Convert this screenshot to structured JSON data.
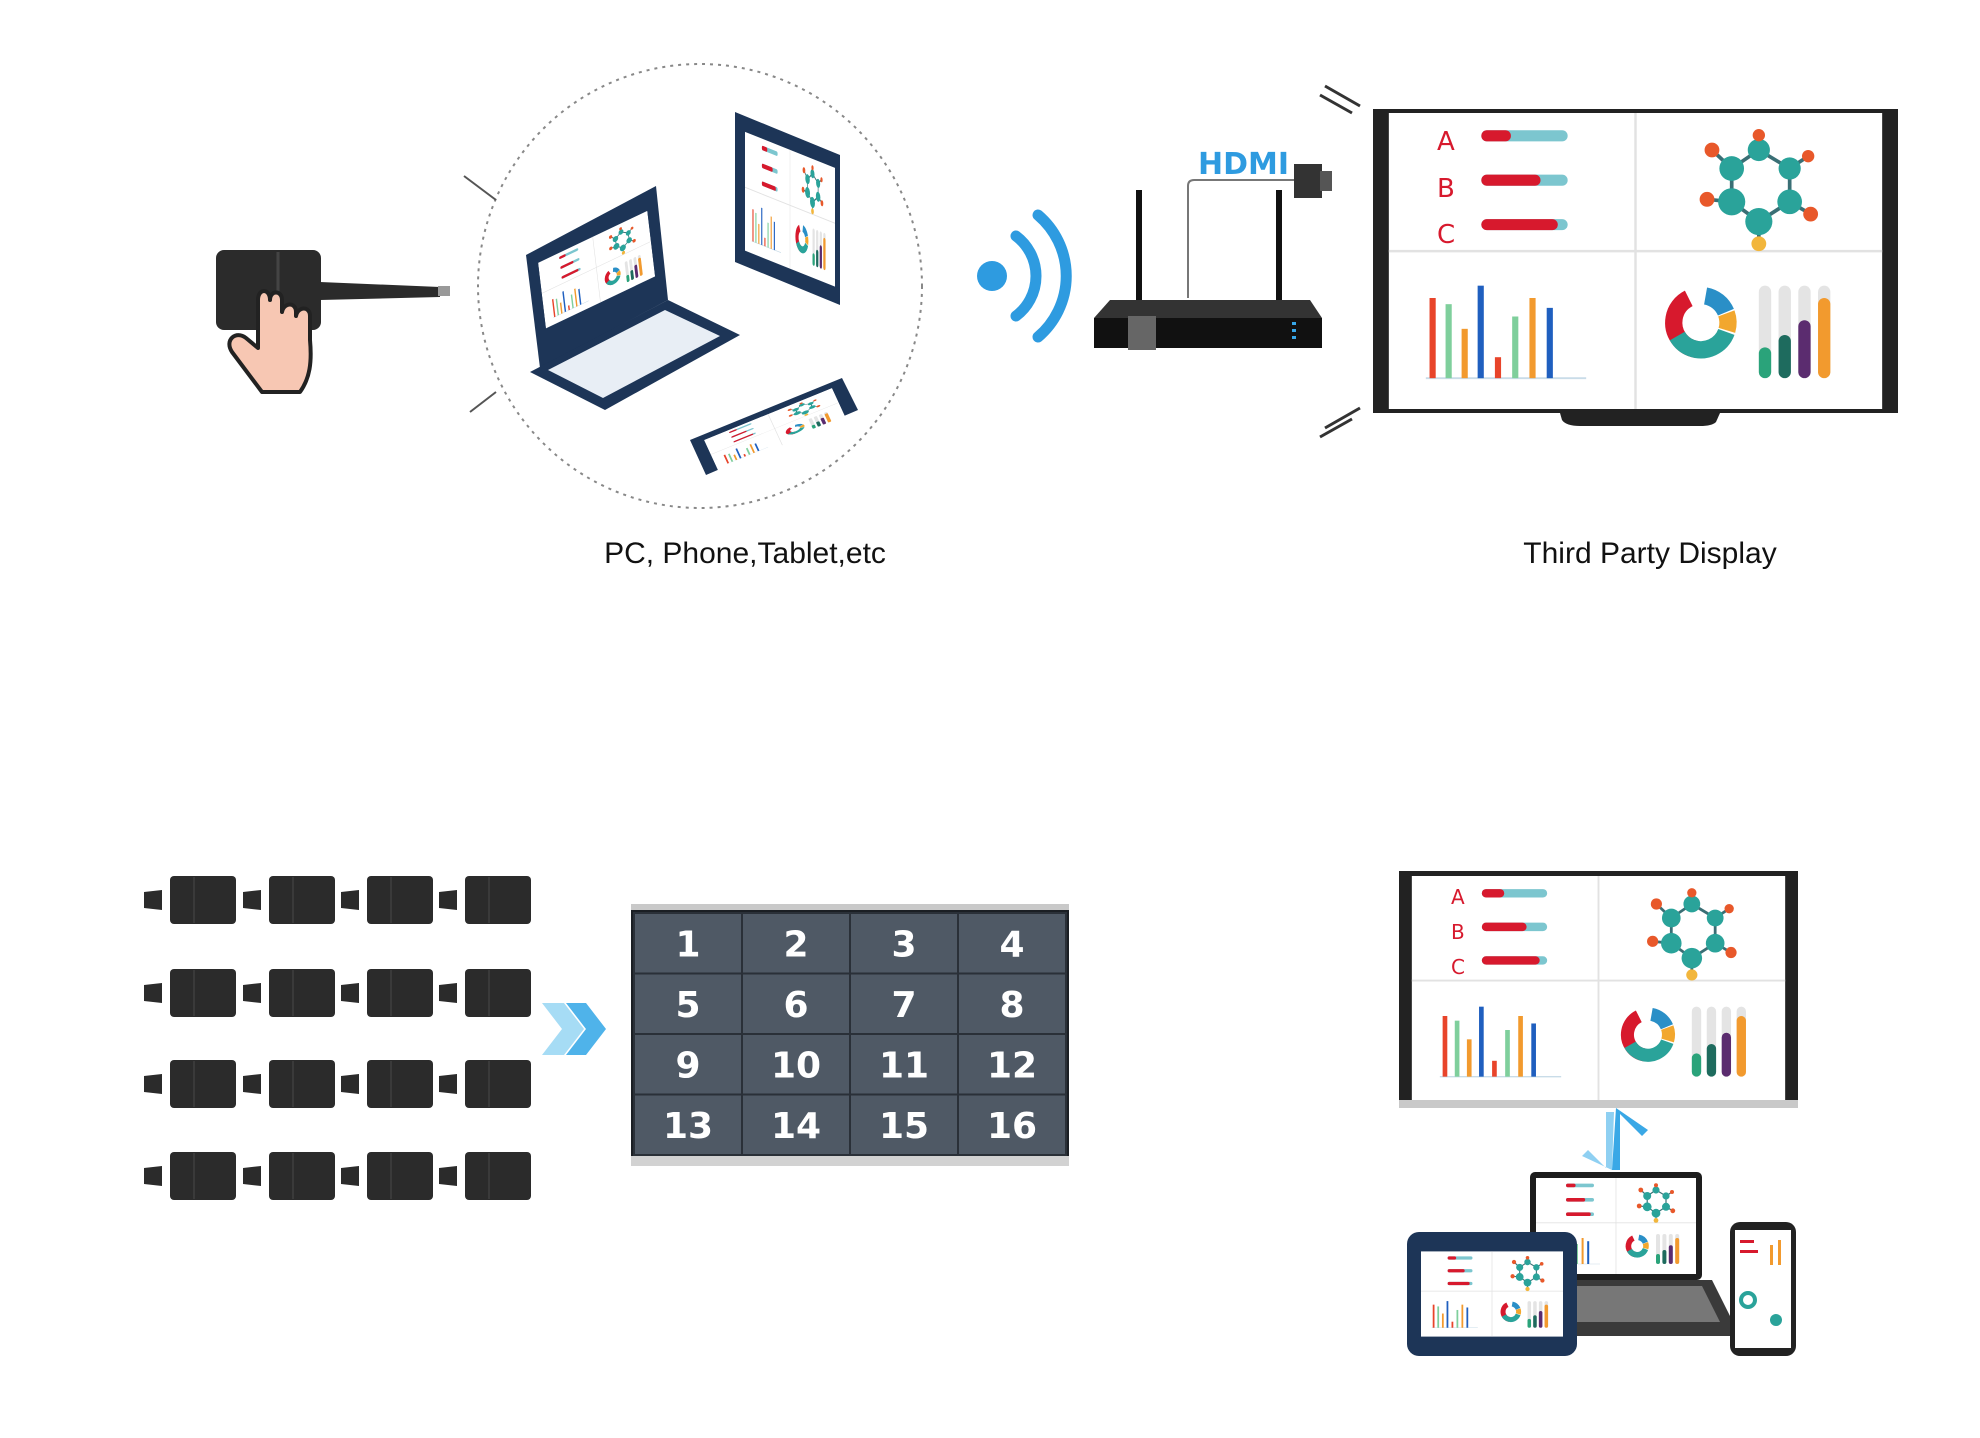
{
  "labels": {
    "source_devices": "PC, Phone,Tablet,etc",
    "third_party_display": "Third Party Display",
    "hdmi": "HDMI"
  },
  "dashboard": {
    "rows": [
      "A",
      "B",
      "C"
    ]
  },
  "video_wall": {
    "tiles": [
      "1",
      "2",
      "3",
      "4",
      "5",
      "6",
      "7",
      "8",
      "9",
      "10",
      "11",
      "12",
      "13",
      "14",
      "15",
      "16"
    ]
  },
  "colors": {
    "accent_blue": "#2e9be0",
    "dongle": "#2b2b2b",
    "wall_bg": "#4f5965",
    "red": "#d7192d",
    "teal": "#2aa39a"
  }
}
